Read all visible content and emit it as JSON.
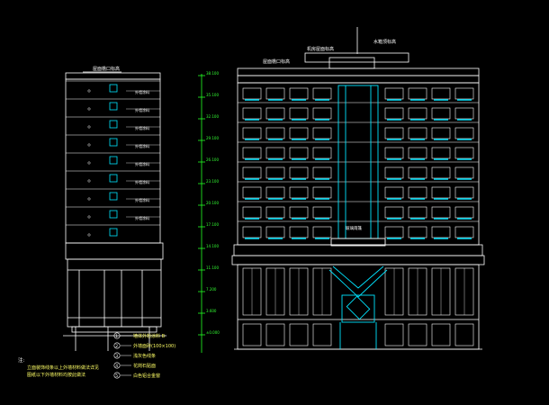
{
  "drawing": {
    "background": "#000000",
    "line_color": "#ffffff",
    "glass_color": "#00e5ff",
    "dim_color": "#22ff22",
    "note_color": "#ffff66"
  },
  "side_elevation": {
    "roof_tag": "屋面檐口标高",
    "floor_labels": [
      "外墙涂料",
      "外墙涂料",
      "外墙涂料",
      "外墙涂料",
      "外墙涂料",
      "外墙涂料",
      "外墙涂料",
      "外墙涂料"
    ]
  },
  "front_elevation": {
    "roof_tag_left": "屋面檐口标高",
    "roof_tag_mid": "机房屋面标高",
    "roof_tag_right": "水箱顶标高",
    "entrance_label": "玻璃雨篷"
  },
  "elevation_axis": {
    "ticks": [
      "38.100",
      "35.100",
      "32.100",
      "29.100",
      "26.100",
      "23.100",
      "20.100",
      "17.100",
      "14.100",
      "11.100",
      "7.200",
      "3.600",
      "±0.000"
    ]
  },
  "notes": {
    "heading": "注:",
    "line1": "立面装饰线条以上外墙材料做法详见",
    "line2": "图纸以下外墙材料均按此做法",
    "legend": [
      {
        "num": "1",
        "text": "墙体外粉涂料 B"
      },
      {
        "num": "2",
        "text": "外墙面砖(100×100)"
      },
      {
        "num": "3",
        "text": "浅灰色线条"
      },
      {
        "num": "4",
        "text": "花岗石贴面"
      },
      {
        "num": "5",
        "text": "白色铝合金窗"
      }
    ]
  }
}
